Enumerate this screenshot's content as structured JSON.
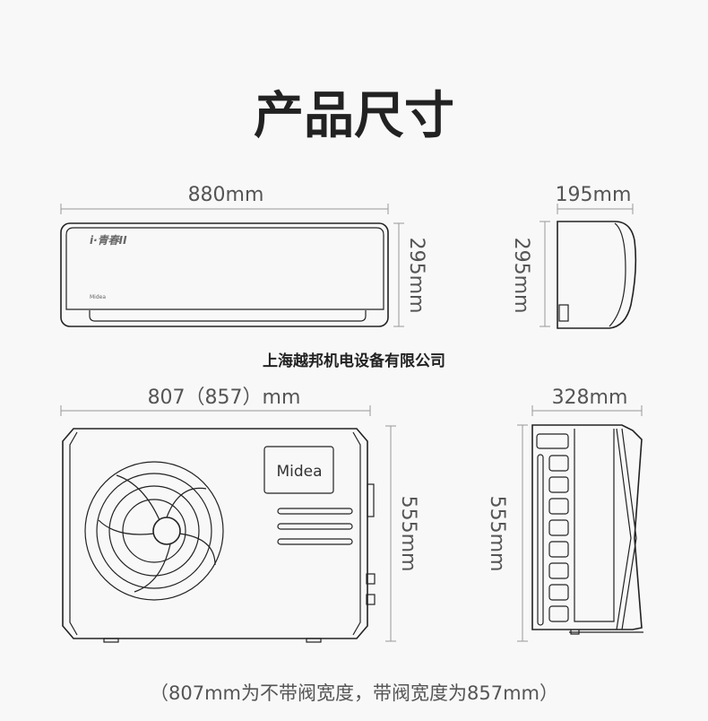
{
  "title": "产品尺寸",
  "indoor": {
    "width_label": "880mm",
    "height_label": "295mm",
    "depth_label": "195mm",
    "side_height_label": "295mm",
    "series_logo": "i·青春II",
    "brand_logo": "Midea"
  },
  "watermark": "上海越邦机电设备有限公司",
  "outdoor": {
    "width_label": "807（857）mm",
    "height_label": "555mm",
    "depth_label": "328mm",
    "side_height_label": "555mm",
    "brand_logo": "Midea"
  },
  "footnote": "（807mm为不带阀宽度，带阀宽度为857mm）",
  "colors": {
    "background": "#f8f8f8",
    "line": "#222222",
    "dimension_text": "#555555",
    "title": "#222222"
  }
}
